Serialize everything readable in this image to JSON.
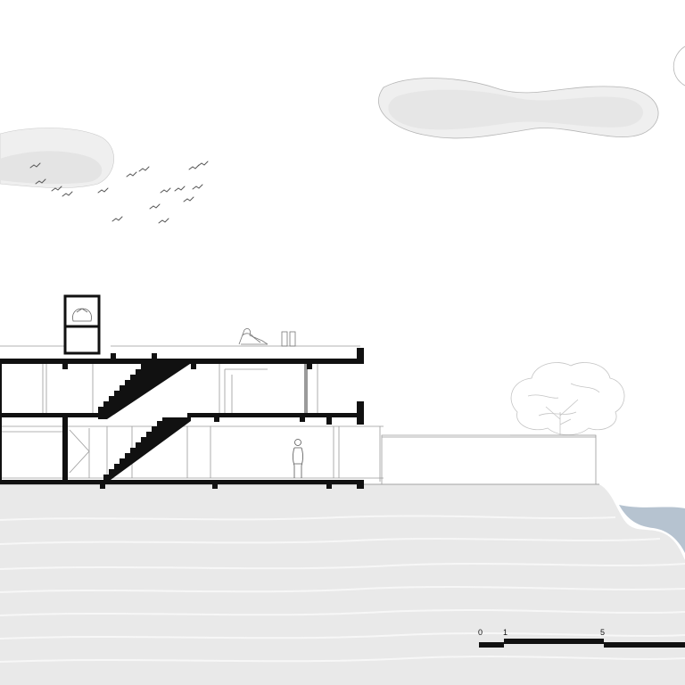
{
  "scale_bar": {
    "ticks": [
      {
        "label": "0"
      },
      {
        "label": "1"
      },
      {
        "label": "5"
      }
    ]
  },
  "colors": {
    "background": "#ffffff",
    "ground_fill": "#e9e9e9",
    "ground_strata": "#f7f7f7",
    "water": "#b6c3d0",
    "cloud": "#ececec",
    "section_cut": "#111111",
    "elevation_line": "#9a9a9a"
  }
}
